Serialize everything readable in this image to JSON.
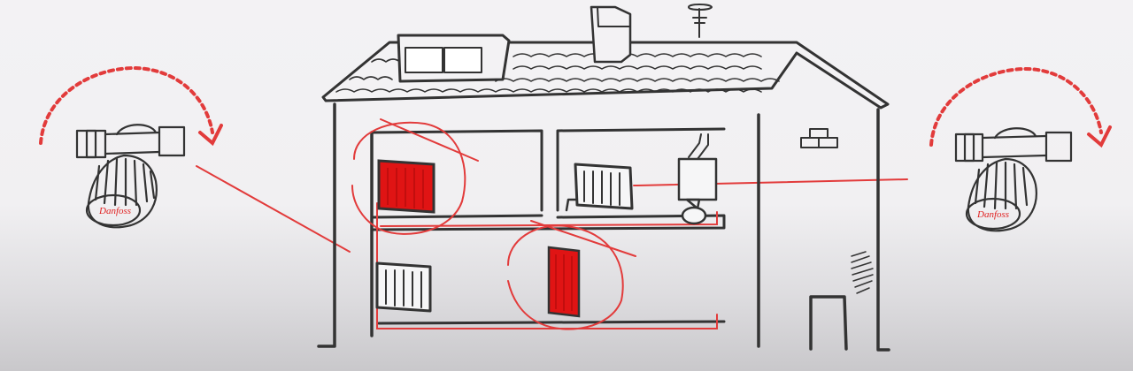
{
  "illustration": {
    "subject": "House heating system with thermostatic radiator valves",
    "brand_text": "Danfoss",
    "colors": {
      "ink": "#333333",
      "accent_red": "#e23b3b",
      "radiator_hot": "#e01414",
      "background_top": "#f3f2f4",
      "background_bottom": "#c9c8cb"
    },
    "valves": [
      {
        "position": "left",
        "brand": "Danfoss",
        "arrow": "clockwise-dotted"
      },
      {
        "position": "right",
        "brand": "Danfoss",
        "arrow": "clockwise-dotted"
      }
    ],
    "radiators": [
      {
        "room": "upstairs-left",
        "state": "hot",
        "highlighted": true
      },
      {
        "room": "upstairs-right",
        "state": "cold",
        "highlighted": false
      },
      {
        "room": "downstairs-left",
        "state": "cold",
        "highlighted": false
      },
      {
        "room": "downstairs-middle",
        "state": "hot",
        "highlighted": true
      }
    ]
  }
}
